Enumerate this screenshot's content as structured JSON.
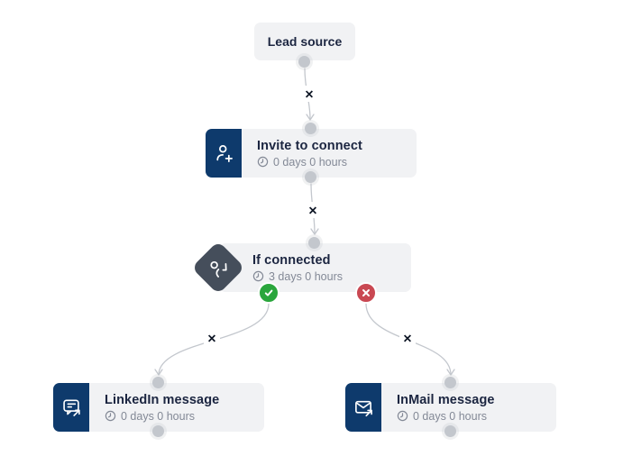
{
  "colors": {
    "canvas_bg": "#ffffff",
    "panel_bg": "#f1f2f4",
    "accent_navy": "#0e3a6c",
    "condition_diamond_gray": "#454e5b",
    "title_text": "#1b2540",
    "subtitle_text": "#838996",
    "connector_gray": "#c3c7cd",
    "yes_green": "#2aa63c",
    "no_red": "#c94852",
    "delete_x_black": "#0d1524"
  },
  "icons": {
    "delete_edge_glyph": "✕"
  },
  "nodes": {
    "lead_source": {
      "title": "Lead source"
    },
    "invite_to_connect": {
      "title": "Invite to connect",
      "delay": "0 days 0 hours"
    },
    "if_connected": {
      "title": "If connected",
      "delay": "3 days 0 hours"
    },
    "linkedin_message": {
      "title": "LinkedIn message",
      "delay": "0 days 0 hours"
    },
    "inmail_message": {
      "title": "InMail message",
      "delay": "0 days 0 hours"
    }
  }
}
